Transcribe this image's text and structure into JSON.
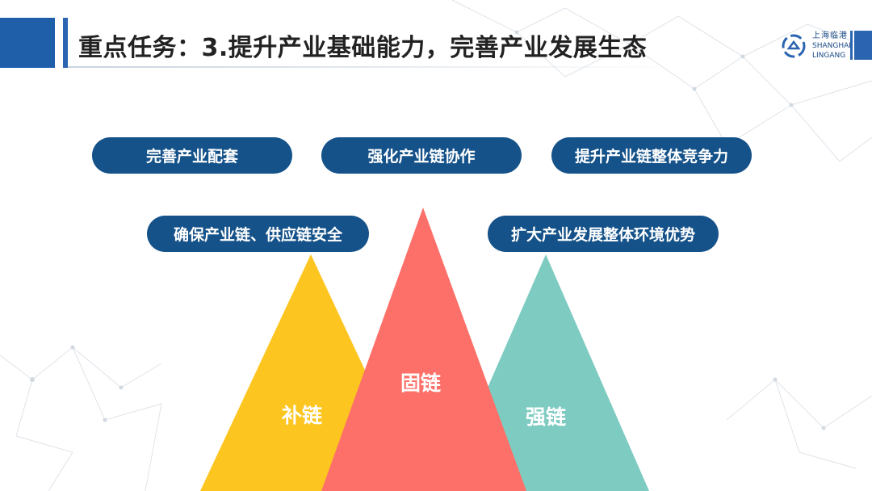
{
  "header": {
    "title": "重点任务：3.提升产业基础能力，完善产业发展生态"
  },
  "logo": {
    "cn": "上海临港",
    "en_line1": "SHANGHAI",
    "en_line2": "LINGANG"
  },
  "pills": [
    {
      "label": "完善产业配套"
    },
    {
      "label": "强化产业链协作"
    },
    {
      "label": "提升产业链整体竞争力"
    },
    {
      "label": "确保产业链、供应链安全"
    },
    {
      "label": "扩大产业发展整体环境优势"
    }
  ],
  "triangles": [
    {
      "label": "补链",
      "color": "#fdc520"
    },
    {
      "label": "固链",
      "color": "#fd7069"
    },
    {
      "label": "强链",
      "color": "#7ecbc2"
    }
  ],
  "colors": {
    "accent": "#1f5faa",
    "pill": "#155289"
  }
}
